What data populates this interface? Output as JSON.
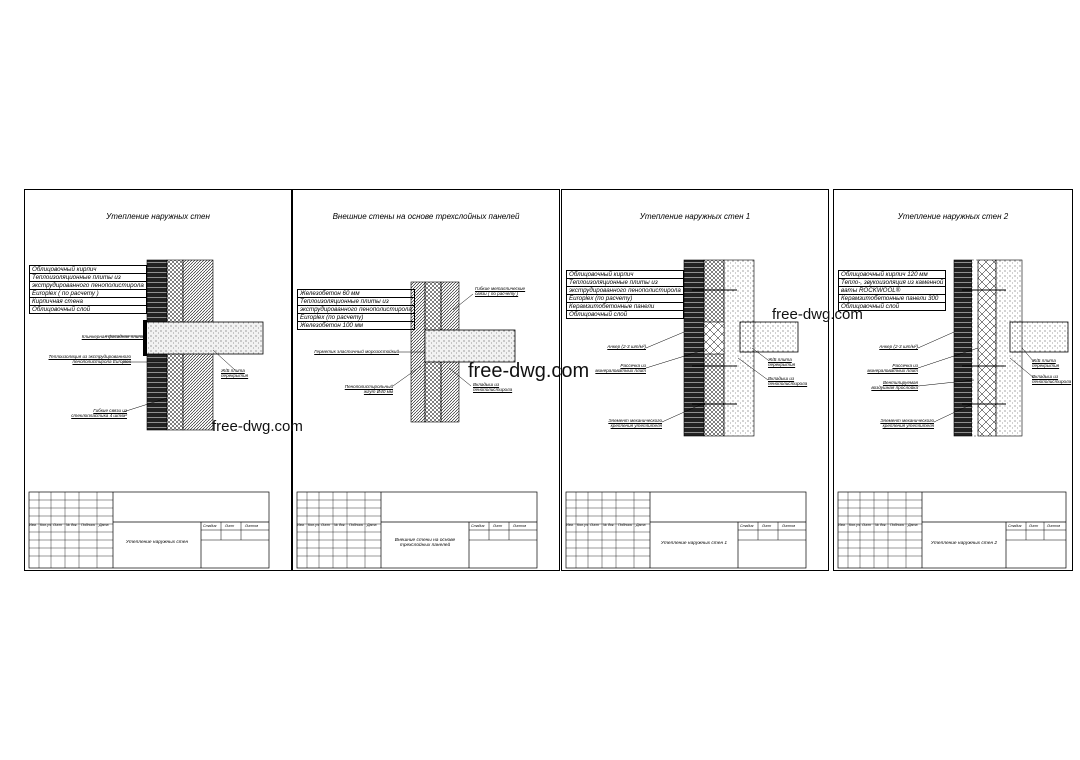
{
  "sheets": [
    {
      "title": "Утепление наружных стен",
      "legend": [
        "Облицовочный кирпич",
        "Теплоизоляционные плиты из",
        "экструдированного пенополистирола",
        "Europlex ( по расчету )",
        "Кирпичная стена",
        "Облицовочный слой"
      ],
      "callouts": {
        "c1": "Клинкерная фасадная плитка",
        "c2": "Теплоизоляция из экструдированного пенополистирола Europlex",
        "c3": "Ж/Б плита перекрытия",
        "c4": "Гибкие связи из стеклопластика 4 шт/м²"
      },
      "stamp": {
        "name": "Утепление наружных стен",
        "cols": [
          "Изм.",
          "Кол.уч.",
          "Лист",
          "№ док.",
          "Подпись",
          "Дата"
        ],
        "stage": [
          "Стадия",
          "Лист",
          "Листов"
        ]
      }
    },
    {
      "title": "Внешние стены на основе трехслойных панелей",
      "legend": [
        "Железобетон 60 мм",
        "Теплоизоляционные плиты из",
        "экструдированного пенополистирола",
        "Europlex (по расчету)",
        "Железобетон 100 мм"
      ],
      "callouts": {
        "c1": "Гибкие металлические связи ( по расчету )",
        "c2": "Герметик эластичный морозостойкий",
        "c3": "Пенополистирольный жгут Ø40 мм",
        "c4": "Вкладыш из пенополистирола"
      },
      "stamp": {
        "name": "Внешние стены на основе трехслойных панелей",
        "cols": [
          "Изм.",
          "Кол.уч.",
          "Лист",
          "№ док.",
          "Подпись",
          "Дата"
        ],
        "stage": [
          "Стадия",
          "Лист",
          "Листов"
        ]
      }
    },
    {
      "title": "Утепление наружных стен 1",
      "legend": [
        "Облицовочный кирпич",
        "Теплоизоляционные плиты из",
        "экструдированного пенополистирола",
        "Europlex (по расчету)",
        "Керамзитобетонные панели",
        "Облицовочный слой"
      ],
      "callouts": {
        "c1": "Анкер (2-3 шт/м²)",
        "c2": "Ж/Б плита перекрытия",
        "c3": "Рассечка из минераловатных плит",
        "c4": "Вкладыш из пенополистирола",
        "c5": "Элемент механического крепления утеплителя"
      },
      "stamp": {
        "name": "Утепление наружных стен 1",
        "cols": [
          "Изм.",
          "Кол.уч.",
          "Лист",
          "№ док.",
          "Подпись",
          "Дата"
        ],
        "stage": [
          "Стадия",
          "Лист",
          "Листов"
        ]
      }
    },
    {
      "title": "Утепление наружных стен 2",
      "legend": [
        "Облицовочный кирпич 120 мм",
        "Тепло-, звукоизоляция из каменной",
        "ваты ROCKWOOL®",
        "Керамзитобетонные панели 300",
        "Облицовочный слой"
      ],
      "callouts": {
        "c1": "Анкер (2-3 шт/м²)",
        "c2": "Ж/Б плита перекрытия",
        "c3": "Рассечка из минераловатных плит",
        "c4": "Вкладыш из пенополистирола",
        "c5": "Вентилируемая воздушная прослойка",
        "c6": "Элемент механического крепления утеплителя"
      },
      "stamp": {
        "name": "Утепление наружных стен 2",
        "cols": [
          "Изм.",
          "Кол.уч.",
          "Лист",
          "№ док.",
          "Подпись",
          "Дата"
        ],
        "stage": [
          "Стадия",
          "Лист",
          "Листов"
        ]
      }
    }
  ],
  "watermarks": [
    "free-dwg.com",
    "free-dwg.com",
    "free-dwg.com"
  ]
}
